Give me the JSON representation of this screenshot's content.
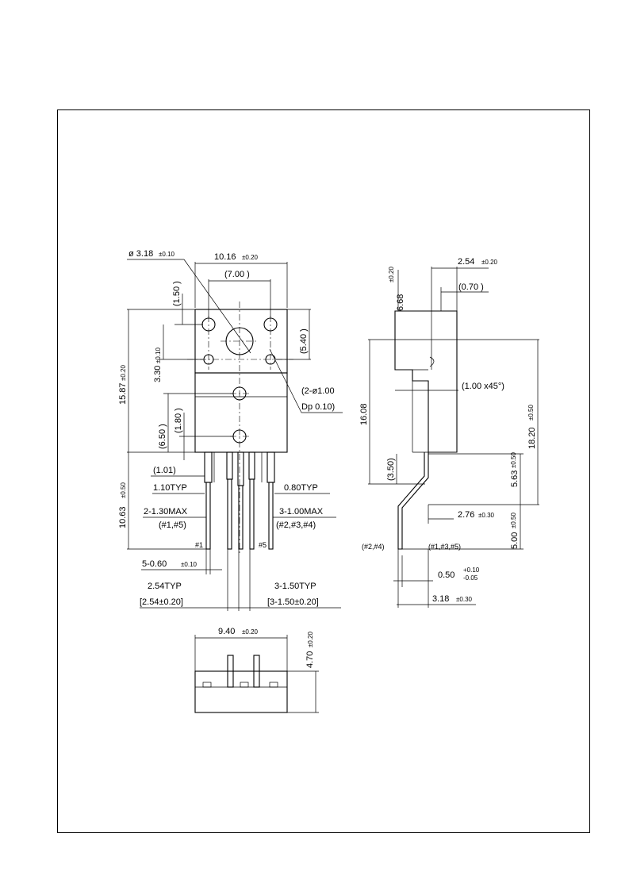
{
  "front_view": {
    "hole_dia": "ø 3.18",
    "hole_dia_tol": "±0.10",
    "width": "10.16",
    "width_tol": "±0.20",
    "hole_spacing": "(7.00 )",
    "top_margin": "(1.50 )",
    "right_height": "(5.40 )",
    "hole_offset": "3.30",
    "hole_offset_tol": "±0.10",
    "body_height": "15.87",
    "body_height_tol": "±0.20",
    "pin_hole_note_1": "(2-ø1.00",
    "pin_hole_note_2": "Dp  0.10)",
    "mid_gap": "(1.80 )",
    "lower_height": "(6.50 )",
    "lead_shoulder": "(1.01)",
    "lead_width_typ": "1.10TYP",
    "lead_width_typ_r": "0.80TYP",
    "lead_max_l": "2-1.30MAX",
    "lead_max_l_pins": "(#1,#5)",
    "lead_max_r": "3-1.00MAX",
    "lead_max_r_pins": "(#2,#3,#4)",
    "lead_length": "10.63",
    "lead_length_tol": "±0.50",
    "pin_label_left": "#1",
    "pin_label_right": "#5",
    "lead_thickness": "5-0.60",
    "lead_thickness_tol": "±0.10",
    "pitch_l": "2.54TYP",
    "pitch_l_tol": "[2.54±0.20]",
    "pitch_r": "3-1.50TYP",
    "pitch_r_tol": "[3-1.50±0.20]"
  },
  "side_view": {
    "thickness": "2.54",
    "thickness_tol": "±0.20",
    "tab_thickness": "(0.70 )",
    "top_height": "6.68",
    "top_height_tol": "±0.20",
    "chamfer": "(1.00 x45°)",
    "body_length": "16.08",
    "total_length": "18.20",
    "total_length_tol": "±0.50",
    "bend_height": "(3.50)",
    "lead_upper": "5.63",
    "lead_upper_tol": "±0.50",
    "bend_offset": "2.76",
    "bend_offset_tol": "±0.30",
    "lead_lower": "5.00",
    "lead_lower_tol": "±0.50",
    "pins_left": "(#2,#4)",
    "pins_right": "(#1,#3,#5)",
    "lead_thk": "0.50",
    "lead_thk_tol_plus": "+0.10",
    "lead_thk_tol_minus": "-0.05",
    "lead_span": "3.18",
    "lead_span_tol": "±0.30"
  },
  "bottom_view": {
    "width": "9.40",
    "width_tol": "±0.20",
    "height": "4.70",
    "height_tol": "±0.20"
  }
}
